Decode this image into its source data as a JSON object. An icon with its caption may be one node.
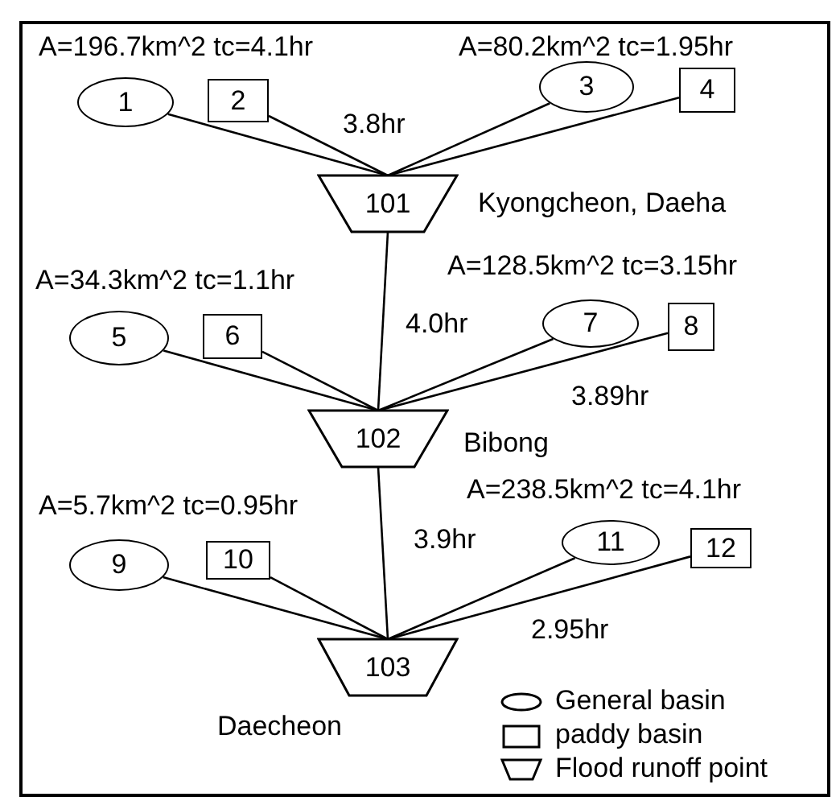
{
  "diagram": {
    "nodes": [
      {
        "text": [
          "1"
        ]
      },
      {
        "text": [
          "2"
        ]
      },
      {
        "text": [
          "3"
        ]
      },
      {
        "text": [
          "4"
        ]
      },
      {
        "text": [
          "101"
        ],
        "beside": [
          "Kyongcheon, Daeha"
        ]
      },
      {
        "text": [
          "5"
        ]
      },
      {
        "text": [
          "6"
        ]
      },
      {
        "text": [
          "7"
        ]
      },
      {
        "text": [
          "8"
        ]
      },
      {
        "text": [
          "102"
        ],
        "beside": [
          "Bibong"
        ]
      },
      {
        "text": [
          "9"
        ]
      },
      {
        "text": [
          "10"
        ]
      },
      {
        "text": [
          "11"
        ]
      },
      {
        "text": [
          "12"
        ]
      },
      {
        "text": [
          "103"
        ],
        "beside": [
          "Daecheon"
        ]
      }
    ],
    "edges": [
      {
        "from": 0,
        "to": 4,
        "arrow": "none"
      },
      {
        "from": 1,
        "to": 4,
        "arrow": "none"
      },
      {
        "from": 2,
        "to": 4,
        "arrow": "none"
      },
      {
        "from": 3,
        "to": 4,
        "arrow": "none"
      },
      {
        "from": 4,
        "to": 9,
        "arrow": "none"
      },
      {
        "from": 5,
        "to": 9,
        "arrow": "none"
      },
      {
        "from": 6,
        "to": 9,
        "arrow": "none"
      },
      {
        "from": 7,
        "to": 9,
        "arrow": "none"
      },
      {
        "from": 8,
        "to": 9,
        "arrow": "none"
      },
      {
        "from": 9,
        "to": 14,
        "arrow": "none"
      },
      {
        "from": 10,
        "to": 14,
        "arrow": "none"
      },
      {
        "from": 11,
        "to": 14,
        "arrow": "none"
      },
      {
        "from": 12,
        "to": 14,
        "arrow": "none"
      },
      {
        "from": 13,
        "to": 14,
        "arrow": "none"
      }
    ],
    "labels": [
      "A=196.7km^2 tc=4.1hr",
      "A=80.2km^2 tc=1.95hr",
      "3.8hr",
      "A=34.3km^2 tc=1.1hr",
      "A=128.5km^2 tc=3.15hr",
      "4.0hr",
      "3.89hr",
      "A=5.7km^2 tc=0.95hr",
      "A=238.5km^2 tc=4.1hr",
      "3.9hr",
      "2.95hr"
    ],
    "legend": [
      {
        "text": "General basin"
      },
      {
        "text": "paddy basin"
      },
      {
        "text": "Flood runoff point"
      }
    ]
  }
}
